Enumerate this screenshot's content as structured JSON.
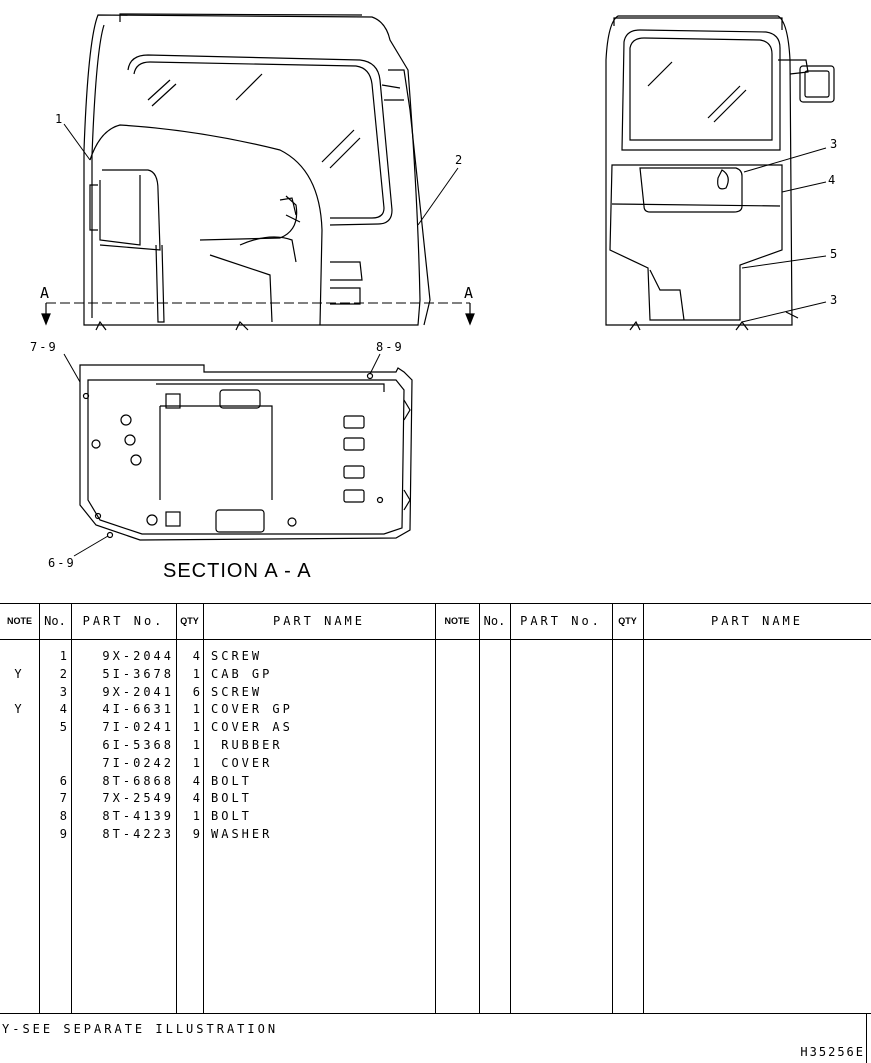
{
  "illustration": {
    "callouts": {
      "left_1": "1",
      "left_2": "2",
      "section_a_left": "A",
      "section_a_right": "A",
      "right_3a": "3",
      "right_4": "4",
      "right_5": "5",
      "right_3b": "3",
      "floor_7_9": "7-9",
      "floor_8_9": "8-9",
      "floor_6_9": "6-9"
    },
    "section_title": "SECTION A - A"
  },
  "parts_table": {
    "headers": {
      "note": "NOTE",
      "no": "No.",
      "part_no": "PART No.",
      "qty": "QTY",
      "part_name": "PART NAME"
    },
    "rows": [
      {
        "note": "",
        "no": "1",
        "part_no": "9X-2044",
        "qty": "4",
        "name": "SCREW"
      },
      {
        "note": "Y",
        "no": "2",
        "part_no": "5I-3678",
        "qty": "1",
        "name": "CAB GP"
      },
      {
        "note": "",
        "no": "3",
        "part_no": "9X-2041",
        "qty": "6",
        "name": "SCREW"
      },
      {
        "note": "Y",
        "no": "4",
        "part_no": "4I-6631",
        "qty": "1",
        "name": "COVER GP"
      },
      {
        "note": "",
        "no": "5",
        "part_no": "7I-0241",
        "qty": "1",
        "name": "COVER AS"
      },
      {
        "note": "",
        "no": "",
        "part_no": "6I-5368",
        "qty": "1",
        "name": " RUBBER"
      },
      {
        "note": "",
        "no": "",
        "part_no": "7I-0242",
        "qty": "1",
        "name": " COVER"
      },
      {
        "note": "",
        "no": "6",
        "part_no": "8T-6868",
        "qty": "4",
        "name": "BOLT"
      },
      {
        "note": "",
        "no": "7",
        "part_no": "7X-2549",
        "qty": "4",
        "name": "BOLT"
      },
      {
        "note": "",
        "no": "8",
        "part_no": "8T-4139",
        "qty": "1",
        "name": "BOLT"
      },
      {
        "note": "",
        "no": "9",
        "part_no": "8T-4223",
        "qty": "9",
        "name": "WASHER"
      }
    ]
  },
  "footer": {
    "footnote": "Y-SEE SEPARATE ILLUSTRATION",
    "reference": "H35256E"
  }
}
